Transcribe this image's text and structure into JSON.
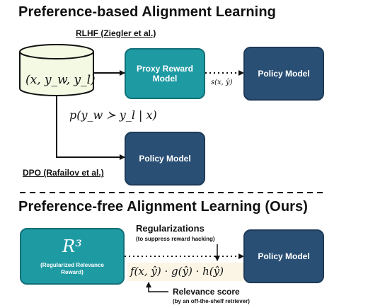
{
  "top": {
    "title": "Preference-based Alignment Learning",
    "rlhf_caption": "RLHF (Ziegler et al.)",
    "dpo_caption": "DPO (Rafailov et al.)",
    "dataset_label": "(x, y_w, y_l)",
    "proxy_reward": [
      "Proxy Reward",
      "Model"
    ],
    "policy_model_rlhf": "Policy Model",
    "policy_model_dpo": "Policy Model",
    "reward_signal": "s(x, ŷ)",
    "preference_prob": "p(y_w ≻ y_l | x)"
  },
  "bottom": {
    "title": "Preference-free Alignment Learning (Ours)",
    "r3_symbol": "R³",
    "r3_caption": [
      "(Regularized Relevance",
      "Reward)"
    ],
    "regularizations": "Regularizations",
    "regularizations_note": "(to suppress reward hacking)",
    "formula": "f(x, ŷ) · g(ŷ) · h(ŷ)",
    "relevance_score": "Relevance score",
    "relevance_note": "(by an off-the-shelf retriever)",
    "policy_model": "Policy Model"
  },
  "colors": {
    "teal": "#1e9aa3",
    "navy": "#2a4f75",
    "cylinder": "#f4f9e4",
    "formula_highlight": "#fbf5e6"
  }
}
